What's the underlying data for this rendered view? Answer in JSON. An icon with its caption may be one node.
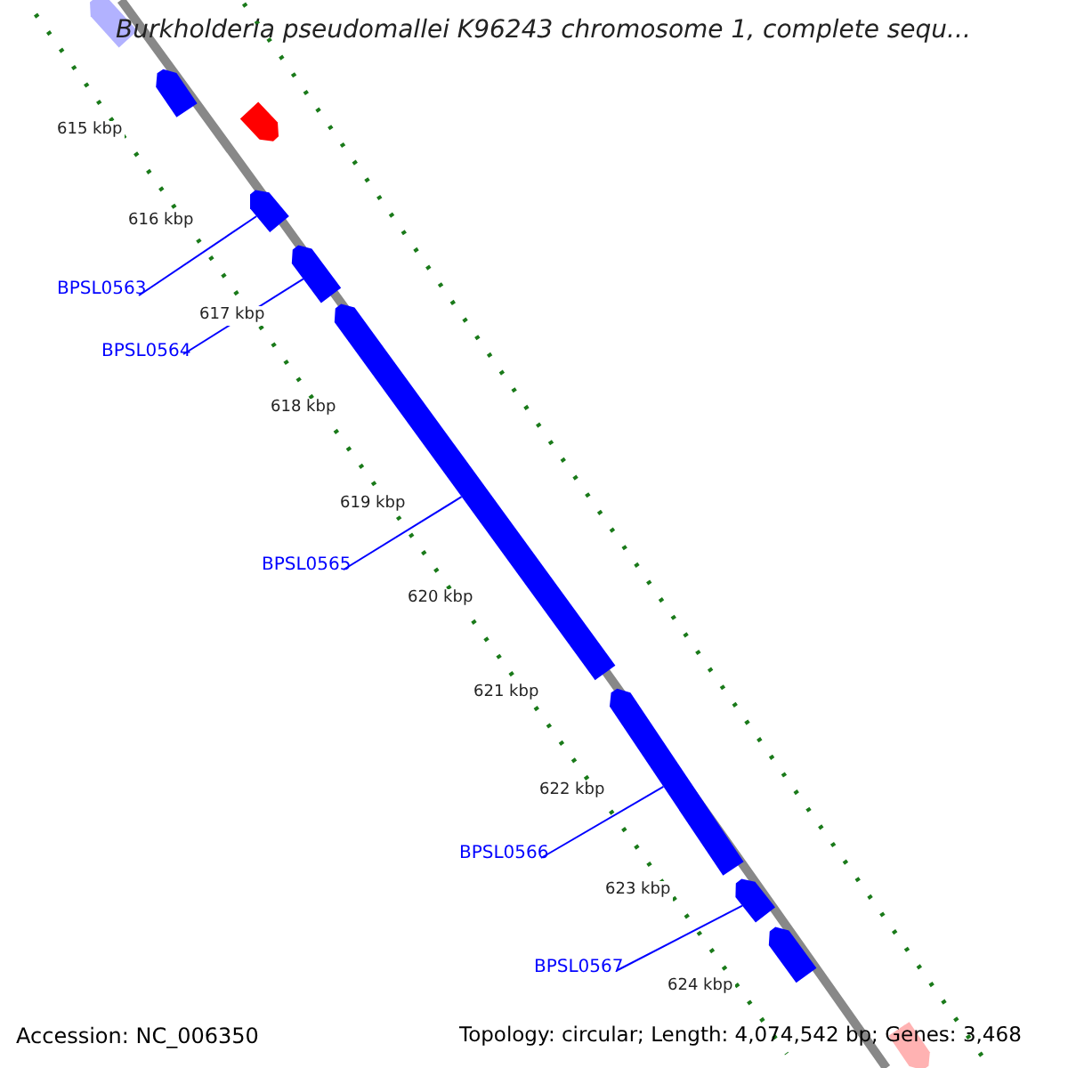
{
  "diagram": {
    "title": "Burkholderia pseudomallei K96243 chromosome 1, complete sequ...",
    "nodes": [
      {
        "text": [],
        "shape": "arrow"
      },
      {
        "text": [],
        "shape": "arrow"
      },
      {
        "text": [],
        "shape": "arrow"
      },
      {
        "text": [],
        "shape": "arrow"
      },
      {
        "text": [],
        "shape": "arrow"
      },
      {
        "text": [],
        "shape": "arrow"
      },
      {
        "text": [],
        "shape": "arrow"
      },
      {
        "text": [],
        "shape": "arrow"
      },
      {
        "text": [],
        "shape": "arrow"
      },
      {
        "text": [],
        "shape": "arrow"
      },
      {
        "text": [
          "BPSL0563"
        ]
      },
      {
        "text": [
          "BPSL0564"
        ]
      },
      {
        "text": [
          "BPSL0565"
        ]
      },
      {
        "text": [
          "BPSL0566"
        ]
      },
      {
        "text": [
          "BPSL0567"
        ]
      }
    ],
    "edges": [
      {
        "from": 10,
        "to": 3,
        "arrow": "none"
      },
      {
        "from": 11,
        "to": 4,
        "arrow": "none"
      },
      {
        "from": 12,
        "to": 5,
        "arrow": "none"
      },
      {
        "from": 13,
        "to": 6,
        "arrow": "none"
      },
      {
        "from": 14,
        "to": 7,
        "arrow": "none"
      }
    ],
    "labels": [
      "615 kbp",
      "616 kbp",
      "617 kbp",
      "618 kbp",
      "619 kbp",
      "620 kbp",
      "621 kbp",
      "622 kbp",
      "623 kbp",
      "624 kbp",
      "Accession: NC_006350",
      "Topology: circular; Length: 4,074,542 bp; Genes: 3,468"
    ]
  }
}
